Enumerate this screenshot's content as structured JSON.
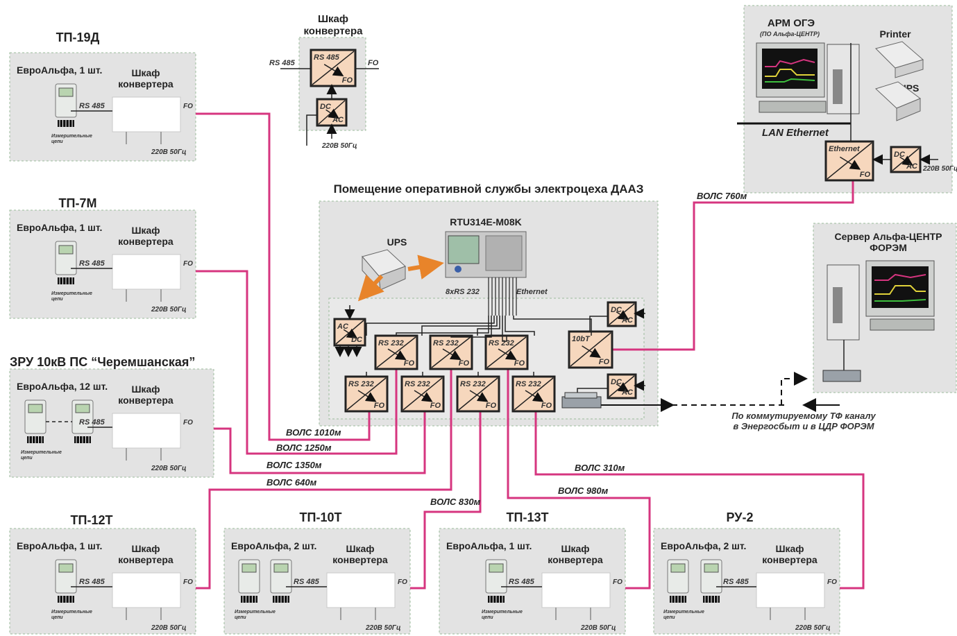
{
  "colors": {
    "fiber": "#d6357f",
    "zone": "#e3e3e3",
    "converter": "#f6d7bd",
    "arrow": "#e8842a"
  },
  "stations": {
    "tp19d": {
      "title": "ТП-19Д",
      "meters": "ЕвроАльфа, 1 шт.",
      "cabinet": "Шкаф\nконвертера",
      "rs": "RS 485",
      "fo": "FO",
      "power": "220В 50Гц",
      "circuits": "Измерительные\nцепи"
    },
    "tp7m": {
      "title": "ТП-7М",
      "meters": "ЕвроАльфа, 1 шт.",
      "cabinet": "Шкаф\nконвертера",
      "rs": "RS 485",
      "fo": "FO",
      "power": "220В 50Гц",
      "circuits": "Измерительные\nцепи"
    },
    "zru": {
      "title": "ЗРУ 10кВ ПС “Черемшанская”",
      "meters": "ЕвроАльфа, 12 шт.",
      "cabinet": "Шкаф\nконвертера",
      "rs": "RS 485",
      "fo": "FO",
      "power": "220В 50Гц",
      "circuits": "Измерительные\nцепи"
    },
    "tp12t": {
      "title": "ТП-12Т",
      "meters": "ЕвроАльфа, 1 шт.",
      "cabinet": "Шкаф\nконвертера",
      "rs": "RS 485",
      "fo": "FO",
      "power": "220В 50Гц",
      "circuits": "Измерительные\nцепи"
    },
    "tp10t": {
      "title": "ТП-10Т",
      "meters": "ЕвроАльфа, 2 шт.",
      "cabinet": "Шкаф\nконвертера",
      "rs": "RS 485",
      "fo": "FO",
      "power": "220В 50Гц",
      "circuits": "Измерительные\nцепи"
    },
    "tp13t": {
      "title": "ТП-13Т",
      "meters": "ЕвроАльфа, 1 шт.",
      "cabinet": "Шкаф\nконвертера",
      "rs": "RS 485",
      "fo": "FO",
      "power": "220В 50Гц",
      "circuits": "Измерительные\nцепи"
    },
    "ru2": {
      "title": "РУ-2",
      "meters": "ЕвроАльфа, 2 шт.",
      "cabinet": "Шкаф\nконвертера",
      "rs": "RS 485",
      "fo": "FO",
      "power": "220В 50Гц",
      "circuits": "Измерительные\nцепи"
    }
  },
  "legend_cabinet": {
    "title": "Шкаф\nконвертера",
    "rs": "RS 485",
    "fo": "FO",
    "conv_rs": "RS 485",
    "conv_fo": "FO",
    "dc": "DC",
    "ac": "AC",
    "power": "220В 50Гц"
  },
  "room": {
    "title": "Помещение оперативной службы электроцеха ДААЗ",
    "rtu": "RTU314E-M08K",
    "ups": "UPS",
    "ports": "8xRS 232",
    "ethernet": "Ethernet",
    "ac": "AC",
    "dc": "DC",
    "rs232": "RS 232",
    "fo": "FO",
    "tenbt": "10bT"
  },
  "arm": {
    "title": "АРМ ОГЭ",
    "subtitle": "(ПО Альфа-ЦЕНТР)",
    "printer": "Printer",
    "ups": "UPS",
    "lan": "LAN Ethernet",
    "eth": "Ethernet",
    "fo": "FO",
    "dc": "DC",
    "ac": "AC",
    "power": "220В 50Гц"
  },
  "server": {
    "title": "Сервер Альфа-ЦЕНТР\nФОРЭМ",
    "note": "По коммутируемому ТФ каналу\nв Энергосбыт и в ЦДР ФОРЭМ"
  },
  "links": [
    {
      "label": "ВОЛС 1010м"
    },
    {
      "label": "ВОЛС 1250м"
    },
    {
      "label": "ВОЛС 1350м"
    },
    {
      "label": "ВОЛС 640м"
    },
    {
      "label": "ВОЛС 830м"
    },
    {
      "label": "ВОЛС 980м"
    },
    {
      "label": "ВОЛС 310м"
    },
    {
      "label": "ВОЛС 760м"
    }
  ]
}
